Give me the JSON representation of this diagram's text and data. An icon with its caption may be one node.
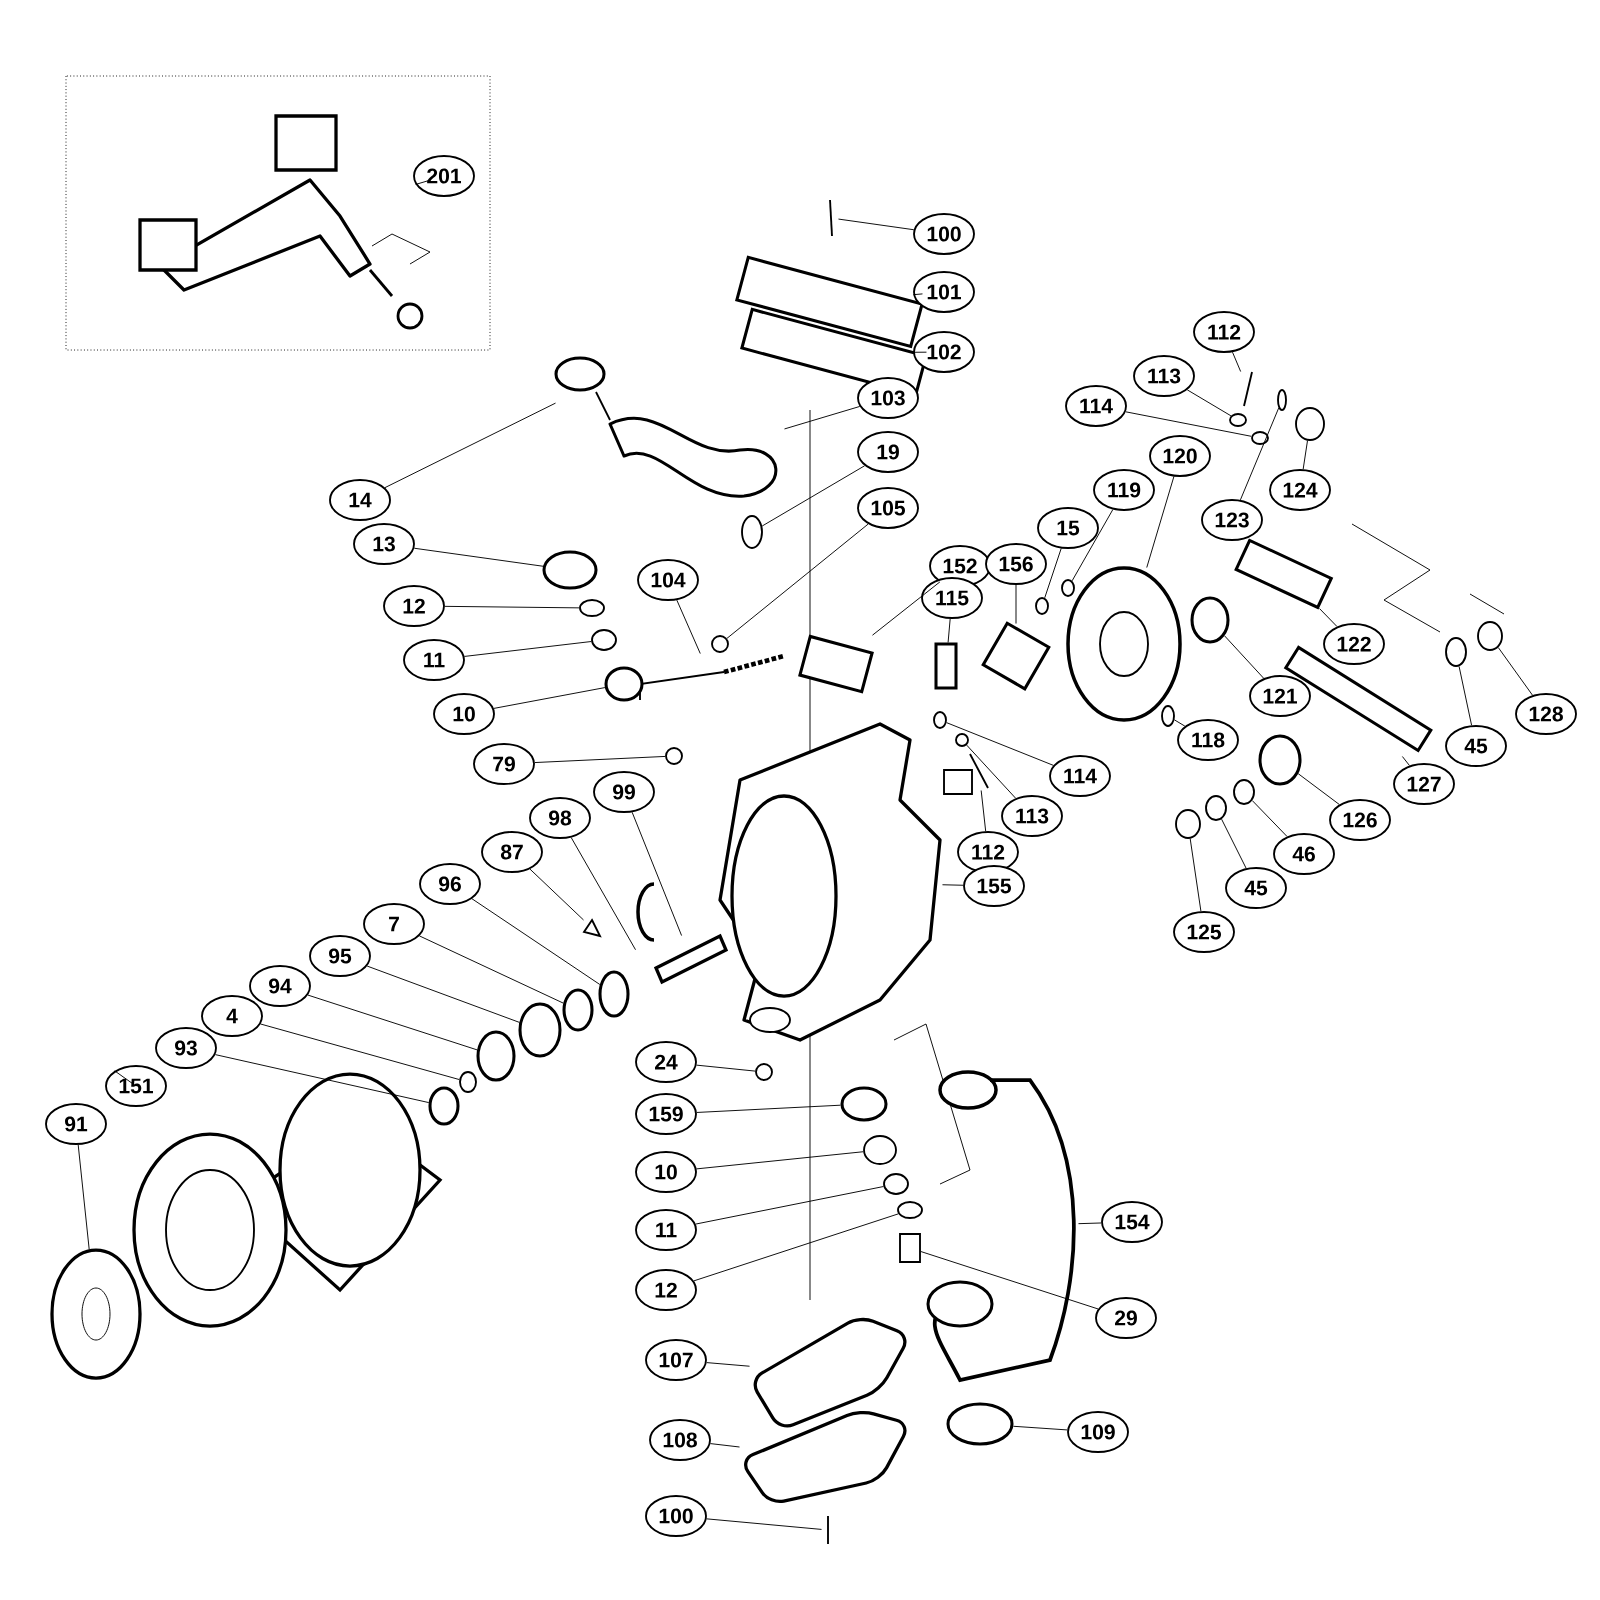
{
  "diagram": {
    "nodes": [
      {
        "text": [
          "201"
        ]
      },
      {
        "text": [
          "100"
        ]
      },
      {
        "text": [
          "101"
        ]
      },
      {
        "text": [
          "102"
        ]
      },
      {
        "text": [
          "14"
        ]
      },
      {
        "text": [
          "103"
        ]
      },
      {
        "text": [
          "13"
        ]
      },
      {
        "text": [
          "19"
        ]
      },
      {
        "text": [
          "105"
        ]
      },
      {
        "text": [
          "12"
        ]
      },
      {
        "text": [
          "104"
        ]
      },
      {
        "text": [
          "152"
        ]
      },
      {
        "text": [
          "11"
        ]
      },
      {
        "text": [
          "10"
        ]
      },
      {
        "text": [
          "79"
        ]
      },
      {
        "text": [
          "115"
        ]
      },
      {
        "text": [
          "156"
        ]
      },
      {
        "text": [
          "15"
        ]
      },
      {
        "text": [
          "119"
        ]
      },
      {
        "text": [
          "120"
        ]
      },
      {
        "text": [
          "112"
        ]
      },
      {
        "text": [
          "113"
        ]
      },
      {
        "text": [
          "114"
        ]
      },
      {
        "text": [
          "124"
        ]
      },
      {
        "text": [
          "123"
        ]
      },
      {
        "text": [
          "122"
        ]
      },
      {
        "text": [
          "121"
        ]
      },
      {
        "text": [
          "128"
        ]
      },
      {
        "text": [
          "45"
        ]
      },
      {
        "text": [
          "118"
        ]
      },
      {
        "text": [
          "114"
        ]
      },
      {
        "text": [
          "113"
        ]
      },
      {
        "text": [
          "112"
        ]
      },
      {
        "text": [
          "127"
        ]
      },
      {
        "text": [
          "99"
        ]
      },
      {
        "text": [
          "98"
        ]
      },
      {
        "text": [
          "87"
        ]
      },
      {
        "text": [
          "96"
        ]
      },
      {
        "text": [
          "155"
        ]
      },
      {
        "text": [
          "126"
        ]
      },
      {
        "text": [
          "46"
        ]
      },
      {
        "text": [
          "45"
        ]
      },
      {
        "text": [
          "125"
        ]
      },
      {
        "text": [
          "7"
        ]
      },
      {
        "text": [
          "95"
        ]
      },
      {
        "text": [
          "94"
        ]
      },
      {
        "text": [
          "4"
        ]
      },
      {
        "text": [
          "93"
        ]
      },
      {
        "text": [
          "151"
        ]
      },
      {
        "text": [
          "91"
        ]
      },
      {
        "text": [
          "24"
        ]
      },
      {
        "text": [
          "159"
        ]
      },
      {
        "text": [
          "10"
        ]
      },
      {
        "text": [
          "11"
        ]
      },
      {
        "text": [
          "12"
        ]
      },
      {
        "text": [
          "154"
        ]
      },
      {
        "text": [
          "29"
        ]
      },
      {
        "text": [
          "107"
        ]
      },
      {
        "text": [
          "109"
        ]
      },
      {
        "text": [
          "108"
        ]
      },
      {
        "text": [
          "100"
        ]
      },
      {
        "text": [],
        "shape": "picture"
      },
      {
        "text": [],
        "shape": "picture"
      },
      {
        "text": [],
        "shape": "picture"
      },
      {
        "text": [],
        "shape": "picture"
      },
      {
        "text": [],
        "shape": "picture"
      },
      {
        "text": [],
        "shape": "picture"
      },
      {
        "text": [],
        "shape": "circle"
      },
      {
        "text": [],
        "shape": "circle"
      },
      {
        "text": [],
        "shape": "circle"
      },
      {
        "text": [],
        "shape": "circle"
      },
      {
        "text": [],
        "shape": "picture"
      },
      {
        "text": [],
        "shape": "picture"
      },
      {
        "text": [],
        "shape": "circle"
      },
      {
        "text": [],
        "shape": "circle"
      },
      {
        "text": [],
        "shape": "circle"
      },
      {
        "text": [],
        "shape": "box"
      },
      {
        "text": [],
        "shape": "picture"
      },
      {
        "text": [],
        "shape": "circle"
      },
      {
        "text": [],
        "shape": "circle"
      },
      {
        "text": [],
        "shape": "picture"
      },
      {
        "text": [],
        "shape": "picture"
      },
      {
        "text": [],
        "shape": "circle"
      },
      {
        "text": [],
        "shape": "circle"
      },
      {
        "text": [],
        "shape": "circle"
      },
      {
        "text": [],
        "shape": "circle"
      },
      {
        "text": [],
        "shape": "picture"
      },
      {
        "text": [],
        "shape": "circle"
      },
      {
        "text": [],
        "shape": "circle"
      },
      {
        "text": [],
        "shape": "circle"
      },
      {
        "text": [],
        "shape": "circle"
      },
      {
        "text": [],
        "shape": "circle"
      },
      {
        "text": [],
        "shape": "circle"
      },
      {
        "text": [],
        "shape": "picture"
      },
      {
        "text": [],
        "shape": "picture"
      },
      {
        "text": [],
        "shape": "picture"
      },
      {
        "text": [],
        "shape": "picture"
      },
      {
        "text": [],
        "shape": "picture"
      },
      {
        "text": [],
        "shape": "circle"
      },
      {
        "text": [],
        "shape": "picture"
      },
      {
        "text": [],
        "shape": "circle"
      },
      {
        "text": [],
        "shape": "circle"
      },
      {
        "text": [],
        "shape": "circle"
      },
      {
        "text": [],
        "shape": "circle"
      },
      {
        "text": [],
        "shape": "circle"
      },
      {
        "text": [],
        "shape": "circle"
      },
      {
        "text": [],
        "shape": "circle"
      },
      {
        "text": [],
        "shape": "circle"
      },
      {
        "text": [],
        "shape": "circle"
      },
      {
        "text": [],
        "shape": "picture"
      },
      {
        "text": [],
        "shape": "picture"
      },
      {
        "text": [],
        "shape": "circle"
      },
      {
        "text": [],
        "shape": "circle"
      },
      {
        "text": [],
        "shape": "circle"
      },
      {
        "text": [],
        "shape": "circle"
      },
      {
        "text": [],
        "shape": "circle"
      },
      {
        "text": [],
        "shape": "picture"
      },
      {
        "text": [],
        "shape": "box"
      },
      {
        "text": [],
        "shape": "picture"
      },
      {
        "text": [],
        "shape": "circle"
      },
      {
        "text": [],
        "shape": "picture"
      },
      {
        "text": [],
        "shape": "picture"
      }
    ],
    "edges": [
      {
        "from": 0,
        "to": 61,
        "arrow": "none"
      },
      {
        "from": 1,
        "to": 62,
        "arrow": "none"
      },
      {
        "from": 2,
        "to": 63,
        "arrow": "none"
      },
      {
        "from": 3,
        "to": 64,
        "arrow": "none"
      },
      {
        "from": 4,
        "to": 65,
        "arrow": "none"
      },
      {
        "from": 5,
        "to": 66,
        "arrow": "none"
      },
      {
        "from": 6,
        "to": 67,
        "arrow": "none"
      },
      {
        "from": 7,
        "to": 68,
        "arrow": "none"
      },
      {
        "from": 8,
        "to": 69,
        "arrow": "none"
      },
      {
        "from": 9,
        "to": 70,
        "arrow": "none"
      },
      {
        "from": 10,
        "to": 71,
        "arrow": "none"
      },
      {
        "from": 11,
        "to": 72,
        "arrow": "none"
      },
      {
        "from": 12,
        "to": 73,
        "arrow": "none"
      },
      {
        "from": 13,
        "to": 74,
        "arrow": "none"
      },
      {
        "from": 14,
        "to": 75,
        "arrow": "none"
      },
      {
        "from": 15,
        "to": 76,
        "arrow": "none"
      },
      {
        "from": 16,
        "to": 77,
        "arrow": "none"
      },
      {
        "from": 17,
        "to": 78,
        "arrow": "none"
      },
      {
        "from": 18,
        "to": 79,
        "arrow": "none"
      },
      {
        "from": 19,
        "to": 80,
        "arrow": "none"
      },
      {
        "from": 20,
        "to": 81,
        "arrow": "none"
      },
      {
        "from": 21,
        "to": 82,
        "arrow": "none"
      },
      {
        "from": 22,
        "to": 83,
        "arrow": "none"
      },
      {
        "from": 23,
        "to": 84,
        "arrow": "none"
      },
      {
        "from": 24,
        "to": 85,
        "arrow": "none"
      },
      {
        "from": 25,
        "to": 86,
        "arrow": "none"
      },
      {
        "from": 26,
        "to": 87,
        "arrow": "none"
      },
      {
        "from": 27,
        "to": 88,
        "arrow": "none"
      },
      {
        "from": 28,
        "to": 89,
        "arrow": "none"
      },
      {
        "from": 29,
        "to": 90,
        "arrow": "none"
      },
      {
        "from": 30,
        "to": 91,
        "arrow": "none"
      },
      {
        "from": 31,
        "to": 92,
        "arrow": "none"
      },
      {
        "from": 32,
        "to": 93,
        "arrow": "none"
      },
      {
        "from": 33,
        "to": 94,
        "arrow": "none"
      },
      {
        "from": 34,
        "to": 95,
        "arrow": "none"
      },
      {
        "from": 35,
        "to": 96,
        "arrow": "none"
      },
      {
        "from": 36,
        "to": 97,
        "arrow": "none"
      },
      {
        "from": 37,
        "to": 98,
        "arrow": "none"
      },
      {
        "from": 38,
        "to": 99,
        "arrow": "none"
      },
      {
        "from": 39,
        "to": 100,
        "arrow": "none"
      },
      {
        "from": 40,
        "to": 101,
        "arrow": "none"
      },
      {
        "from": 41,
        "to": 102,
        "arrow": "none"
      },
      {
        "from": 42,
        "to": 103,
        "arrow": "none"
      },
      {
        "from": 43,
        "to": 104,
        "arrow": "none"
      },
      {
        "from": 44,
        "to": 105,
        "arrow": "none"
      },
      {
        "from": 45,
        "to": 106,
        "arrow": "none"
      },
      {
        "from": 46,
        "to": 107,
        "arrow": "none"
      },
      {
        "from": 47,
        "to": 108,
        "arrow": "none"
      },
      {
        "from": 48,
        "to": 109,
        "arrow": "none"
      },
      {
        "from": 49,
        "to": 110,
        "arrow": "none"
      },
      {
        "from": 50,
        "to": 111,
        "arrow": "none"
      },
      {
        "from": 51,
        "to": 112,
        "arrow": "none"
      },
      {
        "from": 52,
        "to": 113,
        "arrow": "none"
      },
      {
        "from": 53,
        "to": 114,
        "arrow": "none"
      },
      {
        "from": 54,
        "to": 115,
        "arrow": "none"
      },
      {
        "from": 55,
        "to": 116,
        "arrow": "none"
      },
      {
        "from": 56,
        "to": 117,
        "arrow": "none"
      },
      {
        "from": 57,
        "to": 118,
        "arrow": "none"
      },
      {
        "from": 58,
        "to": 119,
        "arrow": "none"
      },
      {
        "from": 59,
        "to": 120,
        "arrow": "none"
      },
      {
        "from": 60,
        "to": 121,
        "arrow": "none"
      }
    ]
  }
}
